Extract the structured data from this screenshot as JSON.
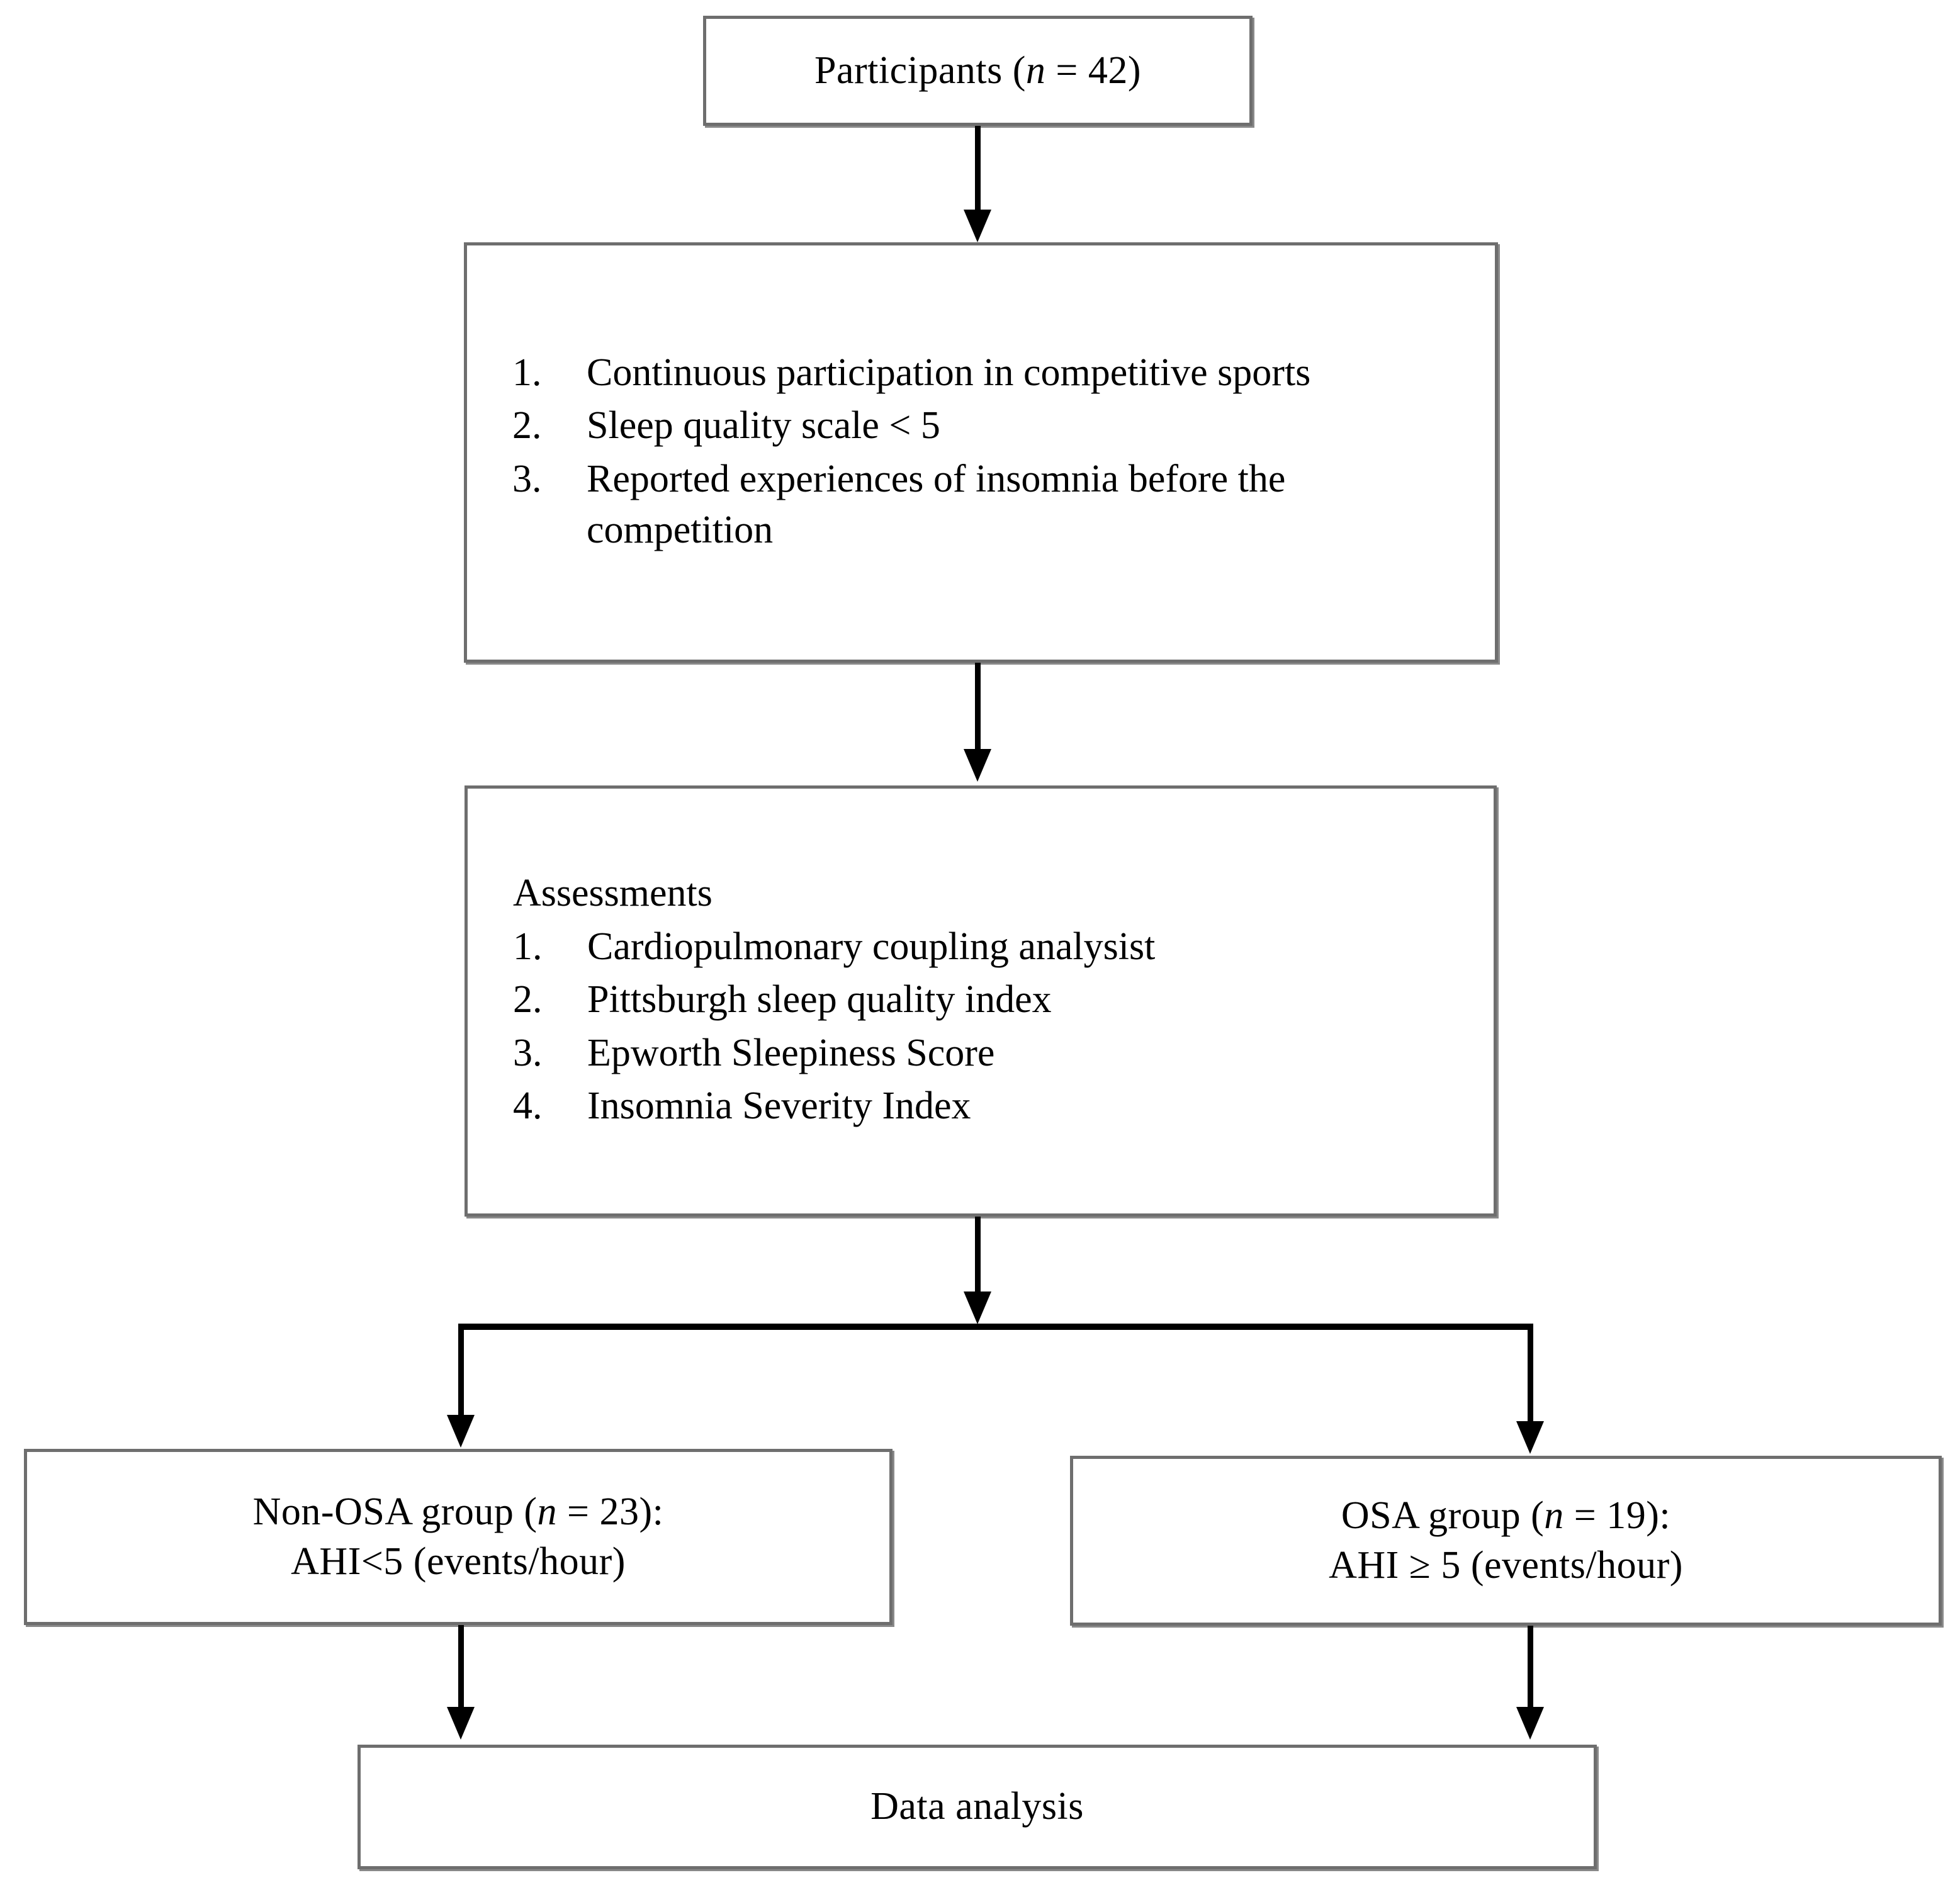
{
  "figure": {
    "type": "flowchart",
    "title": "Study participant flow diagram",
    "orientation": "top-to-bottom"
  },
  "nodes": {
    "participants": {
      "text_prefix": "Participants (",
      "text_italic": "n",
      "text_suffix": " = 42)",
      "n": 42
    },
    "inclusion": {
      "items": [
        {
          "num": "1.",
          "text": "Continuous participation in competitive sports"
        },
        {
          "num": "2.",
          "text": "Sleep quality scale < 5"
        },
        {
          "num": "3.",
          "text": "Reported experiences of insomnia before the competition"
        }
      ]
    },
    "assessments": {
      "heading": "Assessments",
      "items": [
        {
          "num": "1.",
          "text": "Cardiopulmonary coupling analysist"
        },
        {
          "num": "2.",
          "text": "Pittsburgh sleep quality index"
        },
        {
          "num": "3.",
          "text": "Epworth Sleepiness Score"
        },
        {
          "num": "4.",
          "text": "Insomnia Severity Index"
        }
      ]
    },
    "non_osa_group": {
      "line1_prefix": "Non-OSA group (",
      "line1_italic": "n",
      "line1_suffix": " = 23):",
      "line2": "AHI<5 (events/hour)",
      "n": 23,
      "criterion": "AHI<5 (events/hour)"
    },
    "osa_group": {
      "line1_prefix": "OSA group (",
      "line1_italic": "n",
      "line1_suffix": " = 19):",
      "line2": "AHI ≥ 5 (events/hour)",
      "n": 19,
      "criterion": "AHI ≥ 5 (events/hour)"
    },
    "data_analysis": {
      "label": "Data analysis"
    }
  },
  "edges": [
    {
      "from": "participants",
      "to": "inclusion",
      "style": "arrow-down"
    },
    {
      "from": "inclusion",
      "to": "assessments",
      "style": "arrow-down"
    },
    {
      "from": "assessments",
      "to": "split",
      "style": "arrow-down"
    },
    {
      "from": "split",
      "to": "non_osa_group",
      "style": "arrow-down"
    },
    {
      "from": "split",
      "to": "osa_group",
      "style": "arrow-down"
    },
    {
      "from": "non_osa_group",
      "to": "data_analysis",
      "style": "arrow-down"
    },
    {
      "from": "osa_group",
      "to": "data_analysis",
      "style": "arrow-down"
    }
  ],
  "colors": {
    "box_border": "#6e6e6e",
    "box_shadow": "#282828",
    "connector": "#000000",
    "text": "#000000",
    "background": "#ffffff"
  }
}
